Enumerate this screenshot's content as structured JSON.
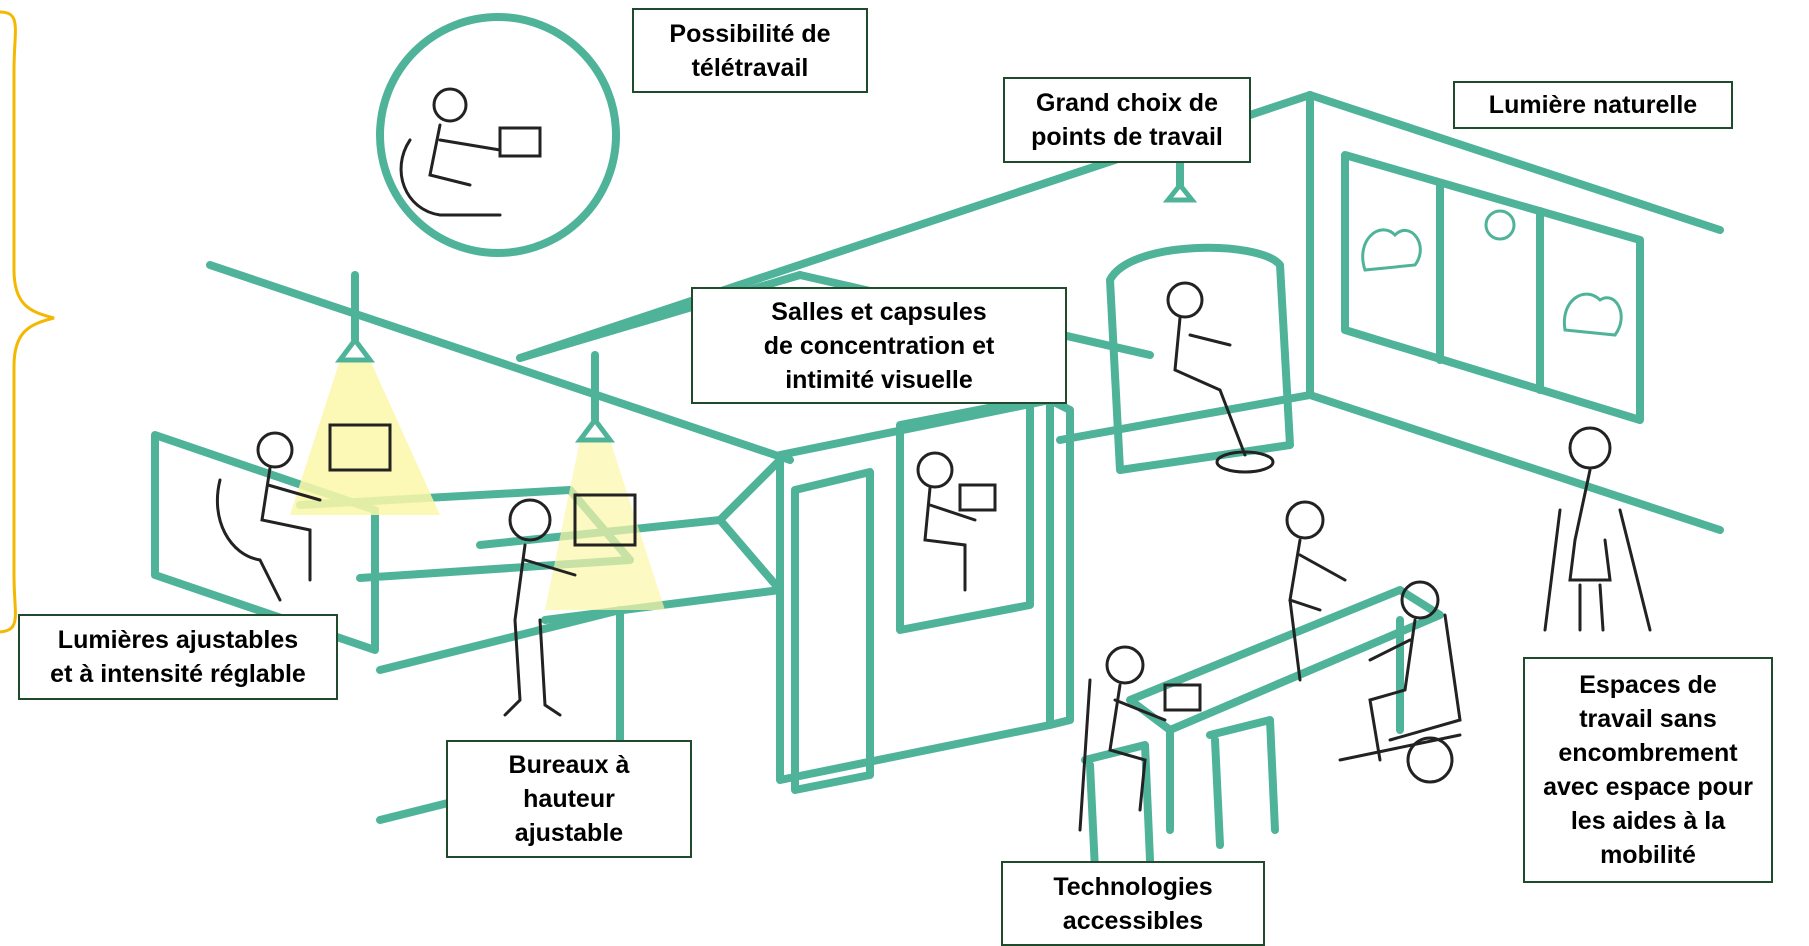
{
  "colors": {
    "outline": "#4fb39a",
    "ink": "#222222",
    "light": "#fbf7a8",
    "brace": "#f5b800",
    "label_border": "#1f4a2c",
    "window_fill": "#f7fbfa"
  },
  "labels": {
    "teletravail": "Possibilité de\ntélétravail",
    "points_travail": "Grand choix de\npoints de travail",
    "lumiere_naturelle": "Lumière naturelle",
    "salles_capsules": "Salles et capsules\nde concentration et\nintimité visuelle",
    "lumieres_ajustables": "Lumières ajustables\net à intensité réglable",
    "bureaux_hauteur": "Bureaux à\nhauteur\najustable",
    "technologies": "Technologies\naccessibles",
    "espaces_travail": "Espaces de\ntravail sans\nencombrement\navec espace pour\nles aides à la\nmobilité"
  }
}
